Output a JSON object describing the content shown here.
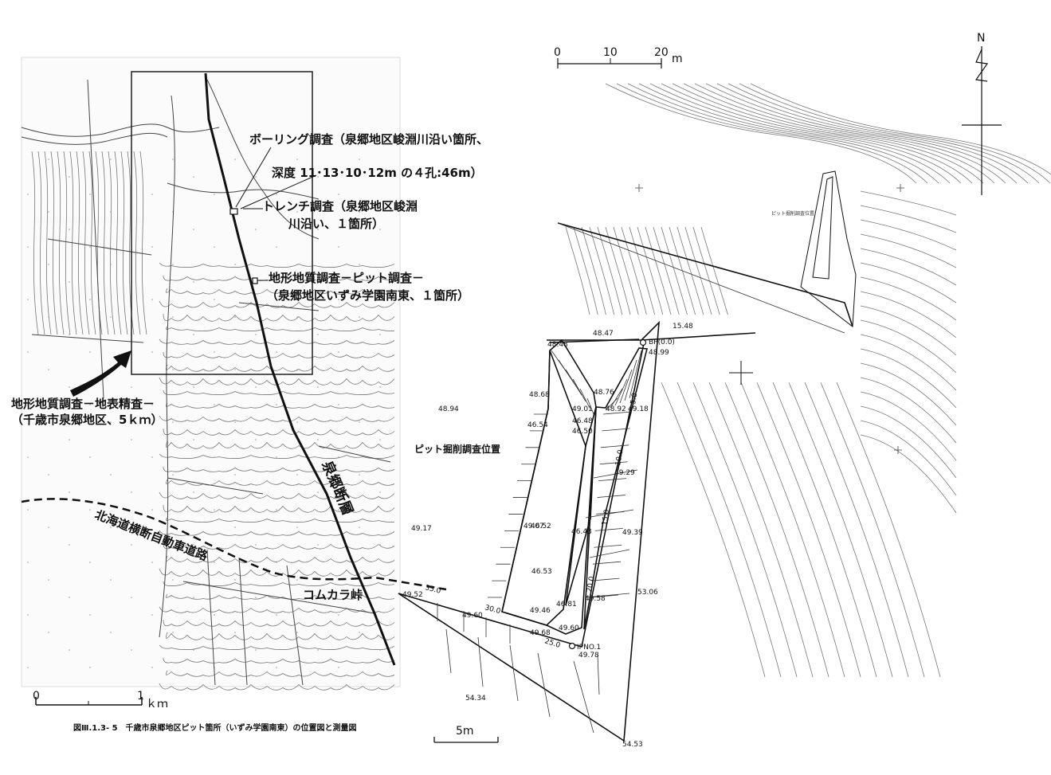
{
  "map_left": {
    "labels": {
      "boring_line1": "ボーリング調査（泉郷地区峻淵川沿い箇所、",
      "boring_line2": "深度 11･13･10･12m の４孔:46m）",
      "trench_line1": "トレンチ調査（泉郷地区峻淵",
      "trench_line2": "川沿い、１箇所）",
      "pit_line1": "地形地質調査－ピット調査－",
      "pit_line2": "（泉郷地区いずみ学園南東、１箇所）",
      "surface_line1": "地形地質調査－地表精査－",
      "surface_line2": "（千歳市泉郷地区、5ｋｍ）",
      "fault": "泉郷断層",
      "expressway": "北海道横断自動車道路",
      "pass": "コムカラ峠"
    },
    "scale": {
      "zero": "0",
      "one": "1",
      "unit": "ｋｍ"
    }
  },
  "caption": "図Ⅲ.1.3- 5　千歳市泉郷地区ピット箇所（いずみ学園南東）の位置図と測量図",
  "survey_large": {
    "title": "ピット掘削調査位置",
    "scale_label": "5m",
    "elevations": [
      "48.47",
      "48.48",
      "48.68",
      "48.76",
      "48.92",
      "49.18",
      "49.01",
      "46.48",
      "46.54",
      "46.50",
      "48.94",
      "49.29",
      "49.07",
      "46.52",
      "46.43",
      "49.39",
      "49.17",
      "46.53",
      "49.58",
      "46.81",
      "49.46",
      "49.60",
      "49.60",
      "49.68",
      "49.78",
      "49.52",
      "53.06",
      "54.34",
      "54.53",
      "15.48",
      "48.99"
    ],
    "stations": [
      "35.0",
      "30.0",
      "25.0",
      "20.0",
      "15.0",
      "10.0",
      "5.0"
    ],
    "points": {
      "bp": "BP(0.0)",
      "ipno": "IPNO.1"
    }
  },
  "survey_small": {
    "north": "N",
    "scale": {
      "zero": "0",
      "ten": "10",
      "twenty": "20",
      "unit": "m"
    }
  }
}
